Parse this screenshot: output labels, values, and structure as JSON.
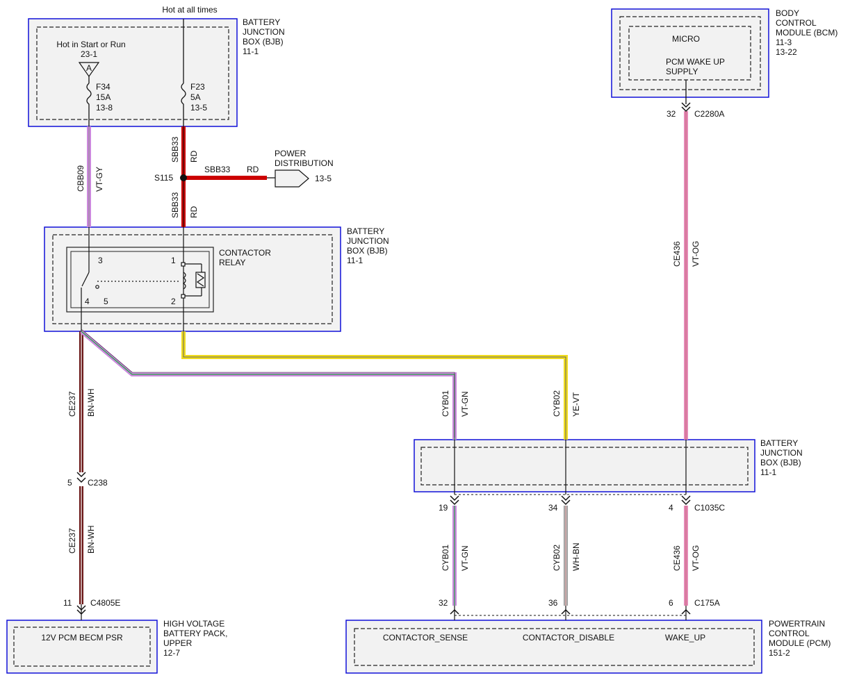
{
  "colors": {
    "module_border": "#1010d8",
    "module_fill": "#f2f2f2",
    "red": "#cc0000",
    "violet": "#cc88dd",
    "pink": "#e58ab8",
    "yellow": "#f0dc1e",
    "brown": "#6b1818",
    "gray": "#999999",
    "green": "#22aa44"
  },
  "header": {
    "hot_at_all_times": "Hot at all times"
  },
  "modules": {
    "bjb_top": {
      "l1": "BATTERY",
      "l2": "JUNCTION",
      "l3": "BOX (BJB)",
      "ref": "11-1"
    },
    "bjb_mid": {
      "l1": "BATTERY",
      "l2": "JUNCTION",
      "l3": "BOX (BJB)",
      "ref": "11-1"
    },
    "bjb_right": {
      "l1": "BATTERY",
      "l2": "JUNCTION",
      "l3": "BOX (BJB)",
      "ref": "11-1"
    },
    "bcm": {
      "l1": "BODY",
      "l2": "CONTROL",
      "l3": "MODULE (BCM)",
      "ref1": "11-3",
      "ref2": "13-22",
      "micro": "MICRO",
      "wake1": "PCM WAKE UP",
      "wake2": "SUPPLY"
    },
    "hv": {
      "l1": "HIGH VOLTAGE",
      "l2": "BATTERY PACK,",
      "l3": "UPPER",
      "ref": "12-7",
      "inner": "12V PCM BECM PSR"
    },
    "pcm": {
      "l1": "POWERTRAIN",
      "l2": "CONTROL",
      "l3": "MODULE (PCM)",
      "ref": "151-2",
      "sense": "CONTACTOR_SENSE",
      "disable": "CONTACTOR_DISABLE",
      "wake": "WAKE_UP"
    }
  },
  "fuses": {
    "f34": {
      "source": "Hot in Start or Run",
      "source_ref": "23-1",
      "tag": "A",
      "name": "F34",
      "rating": "15A",
      "ref": "13-8"
    },
    "f23": {
      "name": "F23",
      "rating": "5A",
      "ref": "13-5"
    }
  },
  "relay": {
    "name1": "CONTACTOR",
    "name2": "RELAY",
    "p1": "1",
    "p2": "2",
    "p3": "3",
    "p4": "4",
    "p5": "5"
  },
  "splice": {
    "name": "S115"
  },
  "power_dist": {
    "l1": "POWER",
    "l2": "DISTRIBUTION",
    "ref": "13-5"
  },
  "wires": {
    "cbb09": {
      "circuit": "CBB09",
      "color": "VT-GY"
    },
    "sbb33_a": {
      "circuit": "SBB33",
      "color": "RD"
    },
    "sbb33_b": {
      "circuit": "SBB33",
      "color": "RD"
    },
    "sbb33_h": {
      "circuit": "SBB33",
      "color": "RD"
    },
    "ce436_a": {
      "circuit": "CE436",
      "color": "VT-OG"
    },
    "ce237_a": {
      "circuit": "CE237",
      "color": "BN-WH"
    },
    "ce237_b": {
      "circuit": "CE237",
      "color": "BN-WH"
    },
    "cyb01_a": {
      "circuit": "CYB01",
      "color": "VT-GN"
    },
    "cyb02_a": {
      "circuit": "CYB02",
      "color": "YE-VT"
    },
    "cyb01_b": {
      "circuit": "CYB01",
      "color": "VT-GN"
    },
    "cyb02_b": {
      "circuit": "CYB02",
      "color": "WH-BN"
    },
    "ce436_b": {
      "circuit": "CE436",
      "color": "VT-OG"
    }
  },
  "connectors": {
    "c2280a": {
      "pin": "32",
      "name": "C2280A"
    },
    "c238": {
      "pin": "5",
      "name": "C238"
    },
    "c4805e": {
      "pin": "11",
      "name": "C4805E"
    },
    "c1035c_19": {
      "pin": "19"
    },
    "c1035c_34": {
      "pin": "34"
    },
    "c1035c_4": {
      "pin": "4",
      "name": "C1035C"
    },
    "c175a_32": {
      "pin": "32"
    },
    "c175a_36": {
      "pin": "36"
    },
    "c175a_6": {
      "pin": "6",
      "name": "C175A"
    }
  }
}
